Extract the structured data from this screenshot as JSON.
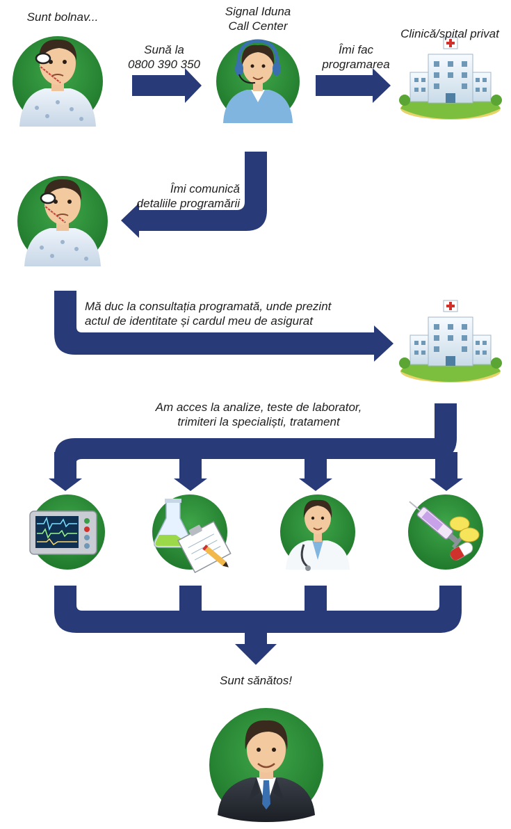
{
  "colors": {
    "arrow": "#283a78",
    "circle": "#2e8b3a",
    "skin": "#f3c9a0",
    "hair": "#3a2a1e"
  },
  "nodes": {
    "sick": {
      "label": "Sunt bolnav...",
      "icon": "sick-patient-icon"
    },
    "callcenter": {
      "line1": "Signal Iduna",
      "line2": "Call Center",
      "icon": "call-center-agent-icon"
    },
    "clinic": {
      "label": "Clinică/spital privat",
      "icon": "hospital-icon"
    },
    "patient_informed": {
      "icon": "sick-patient-icon"
    },
    "hospital_visit": {
      "icon": "hospital-icon"
    },
    "services": [
      {
        "icon": "heart-monitor-icon"
      },
      {
        "icon": "lab-flask-clipboard-icon"
      },
      {
        "icon": "doctor-icon"
      },
      {
        "icon": "syringe-pills-icon"
      }
    ],
    "healthy": {
      "label": "Sunt sănătos!",
      "icon": "healthy-man-icon"
    }
  },
  "edges": {
    "call": {
      "line1": "Sună la",
      "line2": "0800 390 350"
    },
    "appointment": {
      "line1": "Îmi fac",
      "line2": "programarea"
    },
    "communicate": {
      "line1": "Îmi comunică",
      "line2": "detaliile programării"
    },
    "consult": {
      "line1": "Mă duc la consultația programată, unde prezint",
      "line2": "actul de identitate și cardul meu de asigurat"
    },
    "access": {
      "line1": "Am acces la analize, teste de laborator,",
      "line2": "trimiteri la specialiști, tratament"
    }
  }
}
